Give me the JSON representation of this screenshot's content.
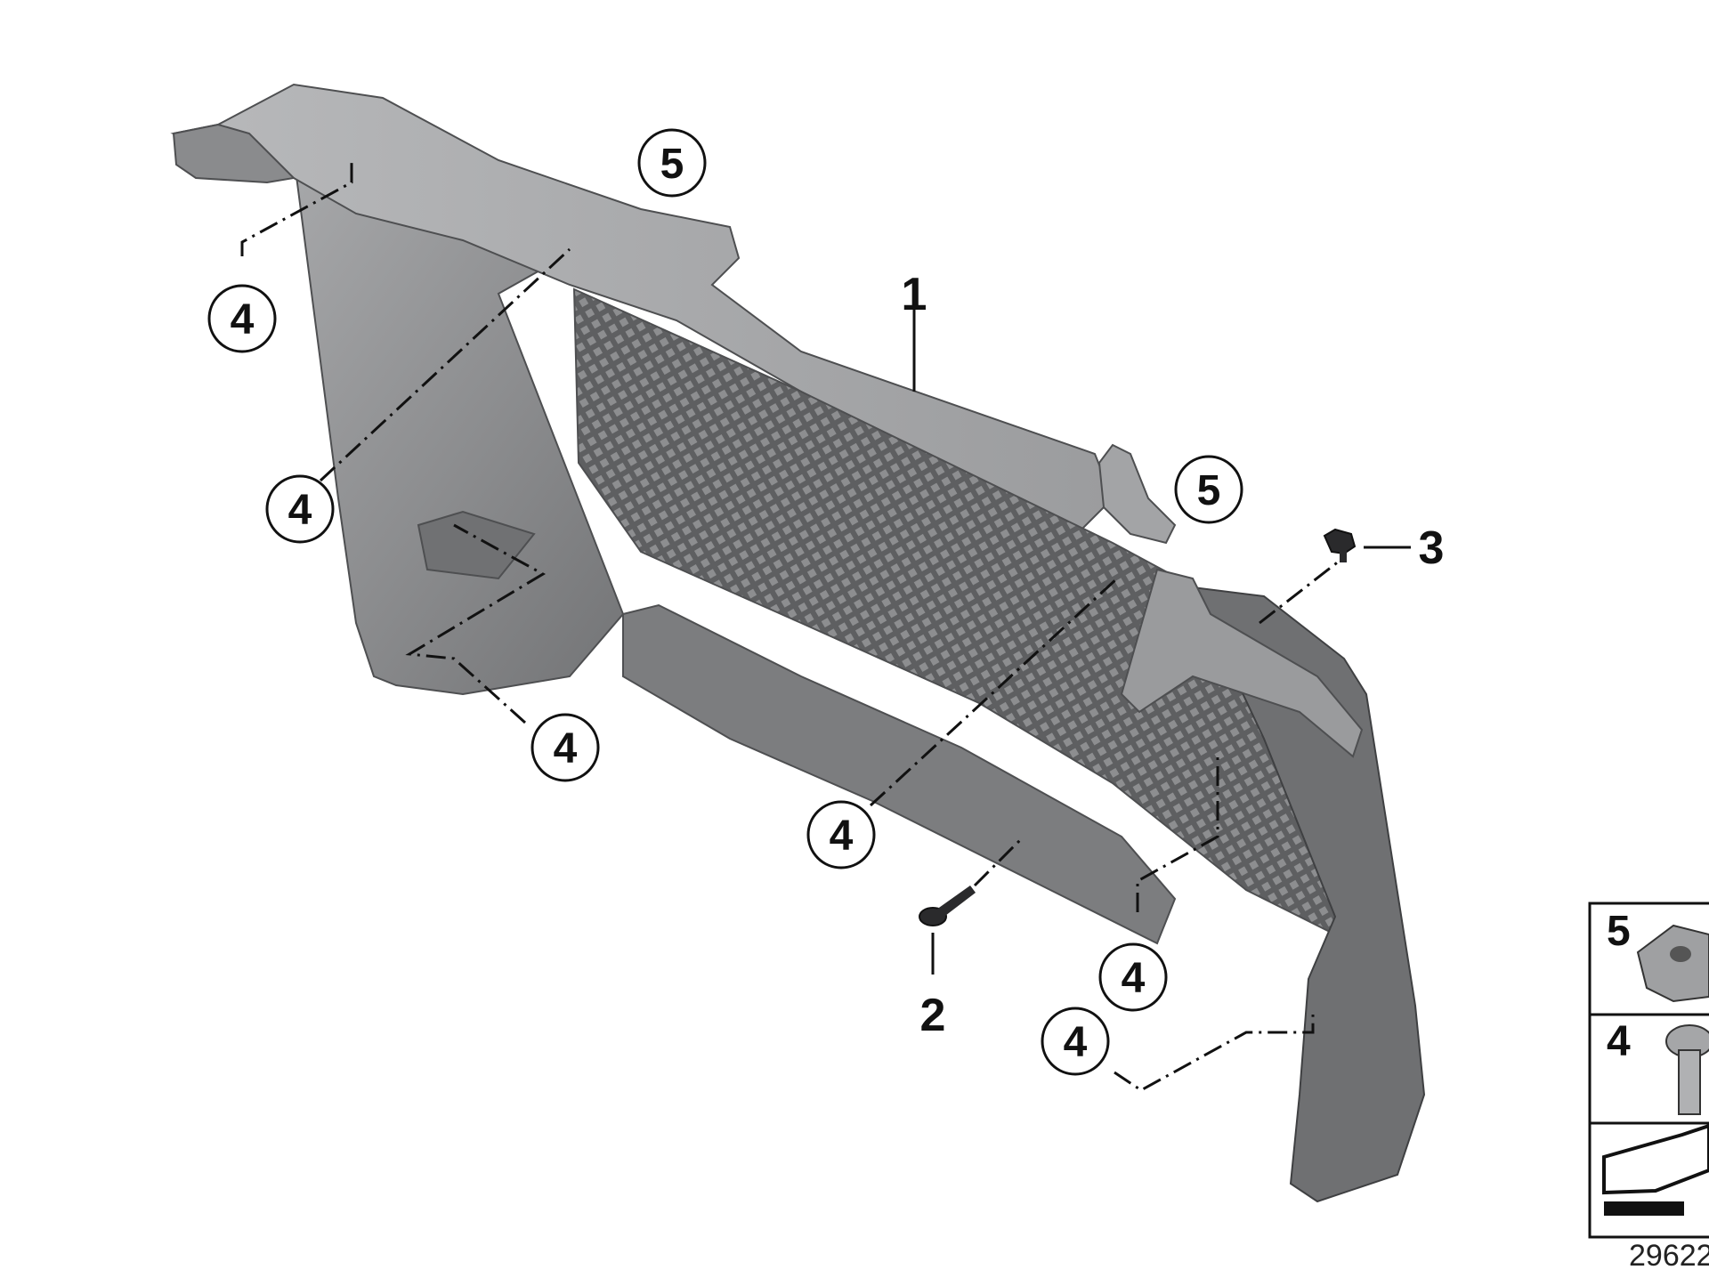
{
  "callouts": {
    "c_a": "4",
    "c_b": "5",
    "c_c": "4",
    "c_d": "4",
    "c_e": "1",
    "c_f": "5",
    "c_g": "3",
    "c_h": "4",
    "c_i": "2",
    "c_j": "4",
    "c_k": "4"
  },
  "legend": {
    "row1_num": "5",
    "row2_num": "4"
  },
  "document_number": "29622",
  "colors": {
    "panel": "#8e8e90",
    "panel_dark": "#5f6062",
    "panel_light": "#b9babc",
    "mesh": "#6b6c6e"
  }
}
